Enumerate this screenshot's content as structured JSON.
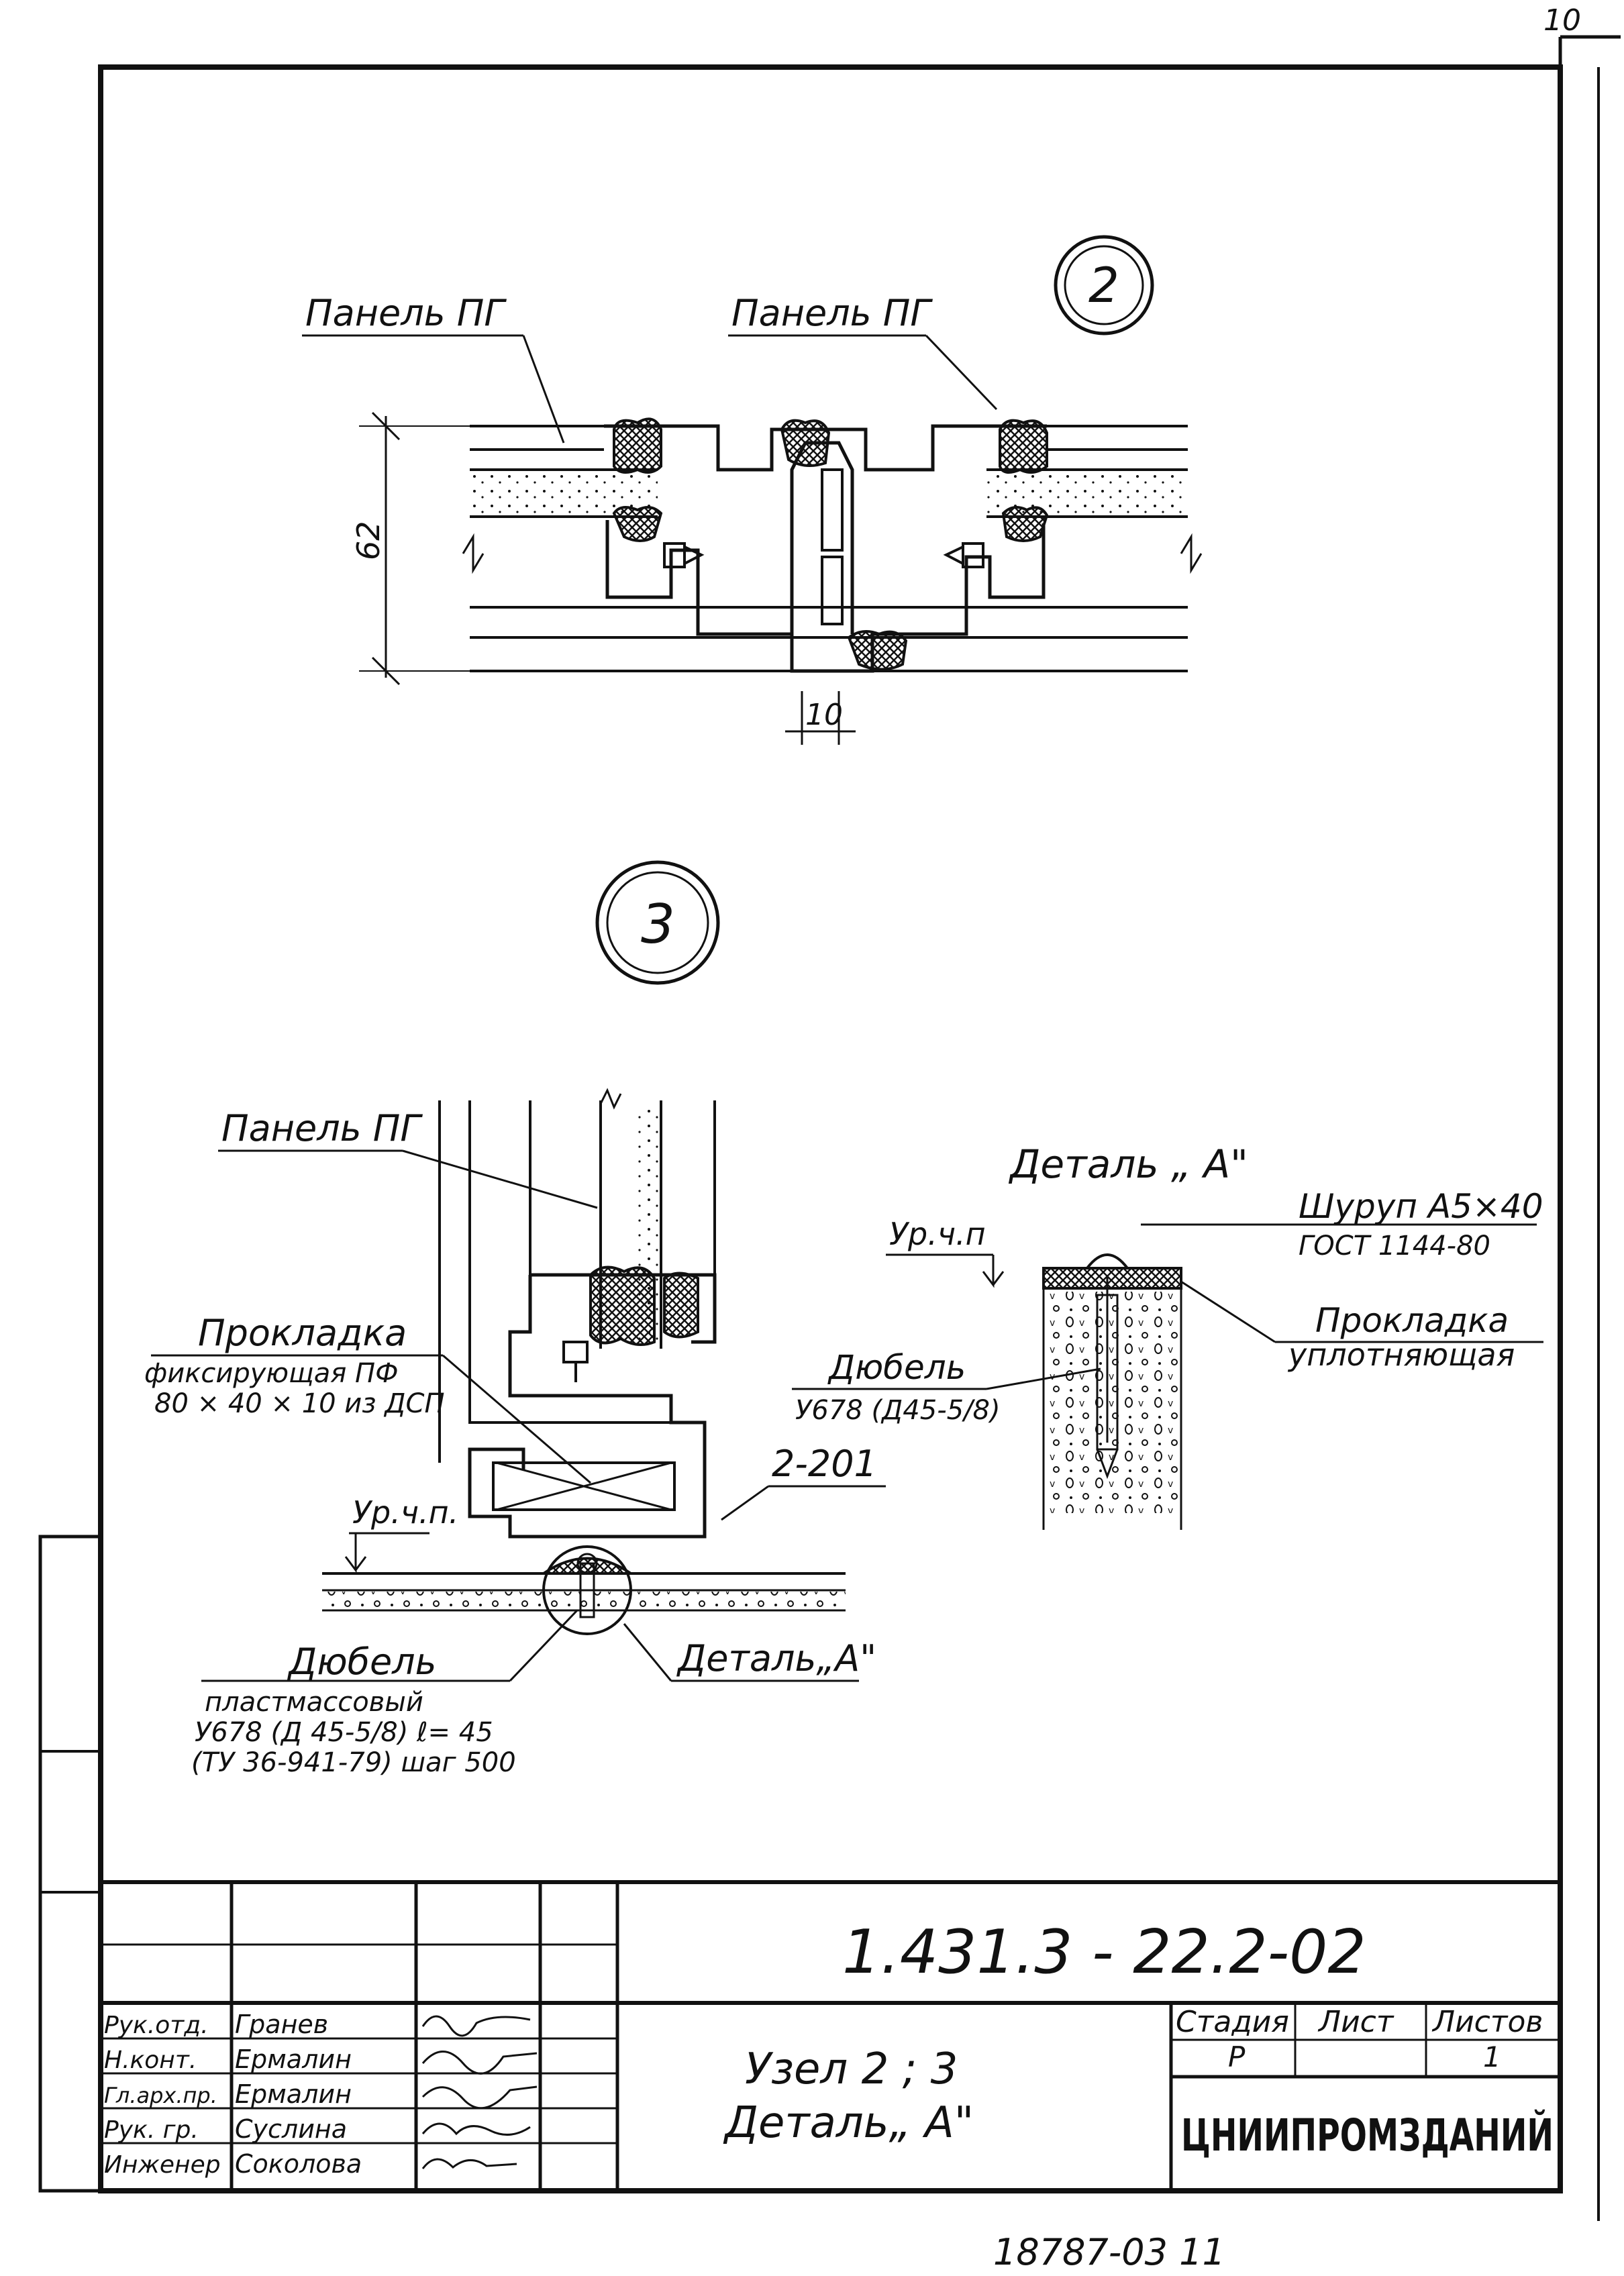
{
  "sheet_corner_number": "10",
  "node2": {
    "marker": "2",
    "label_left": "Панель ПГ",
    "label_right": "Панель ПГ",
    "dim_height": "62",
    "dim_gap": "10"
  },
  "node3": {
    "marker": "3",
    "panel_label": "Панель ПГ",
    "gasket_title": "Прокладка",
    "gasket_spec1": "фиксирующая ПФ",
    "gasket_spec2": "80 × 40 × 10 из ДСП",
    "profile_ref": "2-201",
    "level_mark": "Ур.ч.п.",
    "dowel_title": "Дюбель",
    "dowel_spec1": "пластмассовый",
    "dowel_spec2": "У678 (Д 45-5/8) ℓ= 45",
    "dowel_spec3": "(ТУ 36-941-79) шаг 500",
    "detail_ref": "Деталь„А\""
  },
  "detailA": {
    "title": "Деталь „ А\"",
    "screw": "Шуруп А5×40",
    "screw_std": "ГОСТ 1144-80",
    "level_mark": "Ур.ч.п",
    "gasket": "Прокладка",
    "gasket2": "уплотняющая",
    "dowel": "Дюбель",
    "dowel_spec": "У678 (Д45-5/8)"
  },
  "title_block": {
    "doc_number": "1.431.3 - 22.2-02",
    "sheet_title_1": "Узел 2 ; 3",
    "sheet_title_2": "Деталь„ А\"",
    "stage_label": "Стадия",
    "sheet_label": "Лист",
    "sheets_label": "Листов",
    "stage_value": "Р",
    "sheets_value": "1",
    "org": "ЦНИИПРОМЗДАНИЙ",
    "staff": [
      {
        "role": "Рук.отд.",
        "name": "Гранев"
      },
      {
        "role": "Н.конт.",
        "name": "Ермалин"
      },
      {
        "role": "Гл.арх.пр.",
        "name": "Ермалин"
      },
      {
        "role": "Рук. гр.",
        "name": "Суслина"
      },
      {
        "role": "Инженер",
        "name": "Соколова"
      }
    ]
  },
  "footer_number": "18787-03   11"
}
